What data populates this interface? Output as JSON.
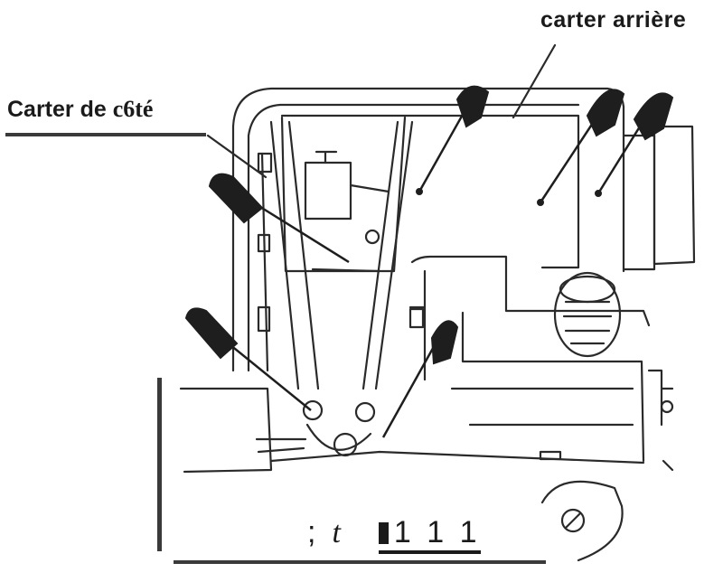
{
  "labels": {
    "rear_cover": "carter arrière",
    "side_cover_prefix": "Carter de ",
    "side_cover_word": "c6té"
  },
  "bottom_text": {
    "semicolon": ";",
    "t": "t",
    "digits": "1 1 1"
  },
  "colors": {
    "ink": "#1a1a1a",
    "rule": "#3a3a3a",
    "background": "#ffffff"
  }
}
